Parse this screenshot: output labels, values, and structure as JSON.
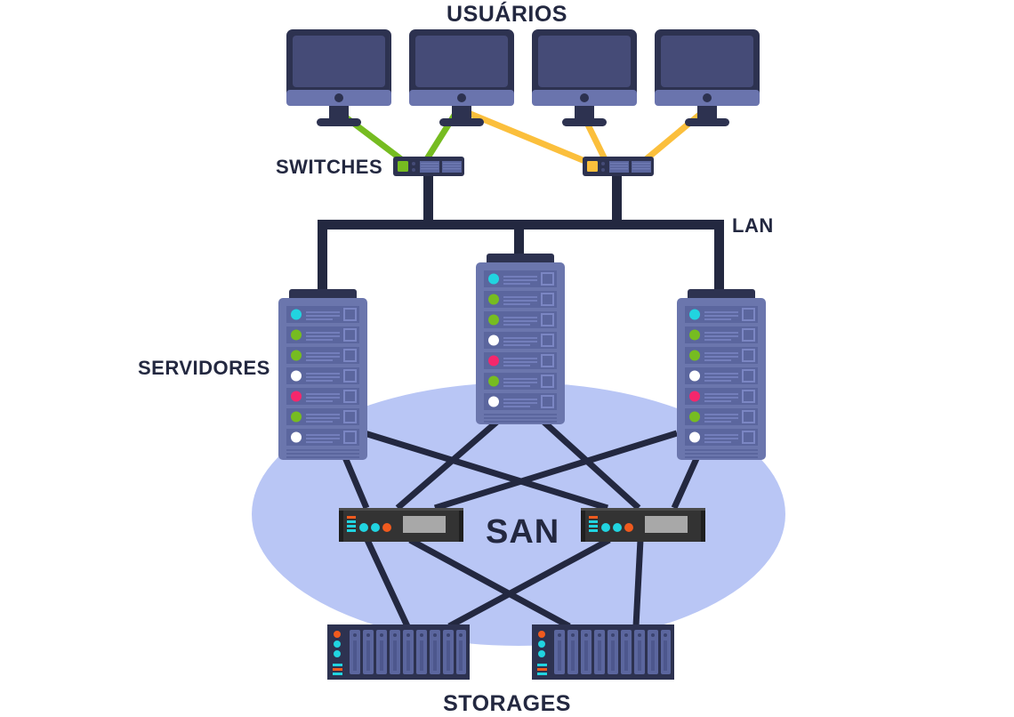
{
  "diagram": {
    "title": "Network topology: users, switches, LAN, servers, SAN, storages",
    "labels": {
      "usuarios": "USUÁRIOS",
      "switches": "SWITCHES",
      "lan": "LAN",
      "servidores": "SERVIDORES",
      "san": "SAN",
      "storages": "STORAGES"
    },
    "colors": {
      "background": "#ffffff",
      "dark_navy": "#232840",
      "monitor_bezel": "#2d3250",
      "monitor_screen": "#454b77",
      "monitor_base_strip": "#6a74ad",
      "server_body": "#6b76ad",
      "server_bay": "#5b669e",
      "server_top": "#2d3250",
      "san_switch_body": "#333333",
      "san_switch_panel": "#a8a8a8",
      "storage_body": "#2d3250",
      "storage_bay": "#5b669e",
      "san_ellipse": "#b9c6f5",
      "cable_green": "#76bc21",
      "cable_orange": "#fbbf3c",
      "led_cyan": "#21d4e0",
      "led_green": "#76bc21",
      "led_white": "#ffffff",
      "led_pink": "#f5276c",
      "led_orange": "#f05a1e"
    },
    "monitors": [
      {
        "id": "monitor-1",
        "cable": "green"
      },
      {
        "id": "monitor-2",
        "cable": "green"
      },
      {
        "id": "monitor-3",
        "cable": "orange"
      },
      {
        "id": "monitor-4",
        "cable": "orange"
      }
    ],
    "switches": [
      {
        "id": "switch-left",
        "led": "green"
      },
      {
        "id": "switch-right",
        "led": "orange"
      }
    ],
    "servers": [
      {
        "id": "server-left",
        "bay_leds": [
          "cyan",
          "green",
          "green",
          "white",
          "pink",
          "green",
          "white"
        ]
      },
      {
        "id": "server-center",
        "bay_leds": [
          "cyan",
          "green",
          "green",
          "white",
          "pink",
          "green",
          "white"
        ]
      },
      {
        "id": "server-right",
        "bay_leds": [
          "cyan",
          "green",
          "green",
          "white",
          "pink",
          "green",
          "white"
        ]
      }
    ],
    "san_switches": [
      {
        "id": "san-switch-left",
        "dots": [
          "cyan",
          "cyan",
          "orange"
        ],
        "bars": [
          "orange",
          "cyan",
          "cyan",
          "cyan"
        ]
      },
      {
        "id": "san-switch-right",
        "dots": [
          "cyan",
          "cyan",
          "orange"
        ],
        "bars": [
          "orange",
          "cyan",
          "cyan",
          "cyan"
        ]
      }
    ],
    "storages": [
      {
        "id": "storage-left",
        "drive_bays": 9,
        "dots": [
          "orange",
          "cyan",
          "cyan"
        ],
        "bars": [
          "cyan",
          "orange",
          "cyan",
          "cyan"
        ]
      },
      {
        "id": "storage-right",
        "drive_bays": 9,
        "dots": [
          "orange",
          "cyan",
          "cyan"
        ],
        "bars": [
          "cyan",
          "orange",
          "cyan",
          "cyan"
        ]
      }
    ],
    "links": {
      "user_to_switch": 4,
      "switch_to_lan": 2,
      "lan_to_server": 3,
      "server_to_san_switch": 6,
      "san_switch_to_storage": 4
    }
  }
}
